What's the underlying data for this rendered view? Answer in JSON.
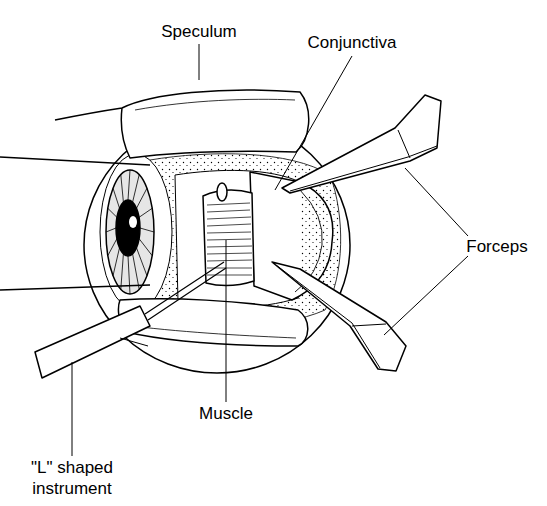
{
  "diagram": {
    "labels": [
      "Speculum",
      "Conjunctiva",
      "Forceps",
      "Muscle",
      "\"L\" shaped instrument"
    ]
  }
}
